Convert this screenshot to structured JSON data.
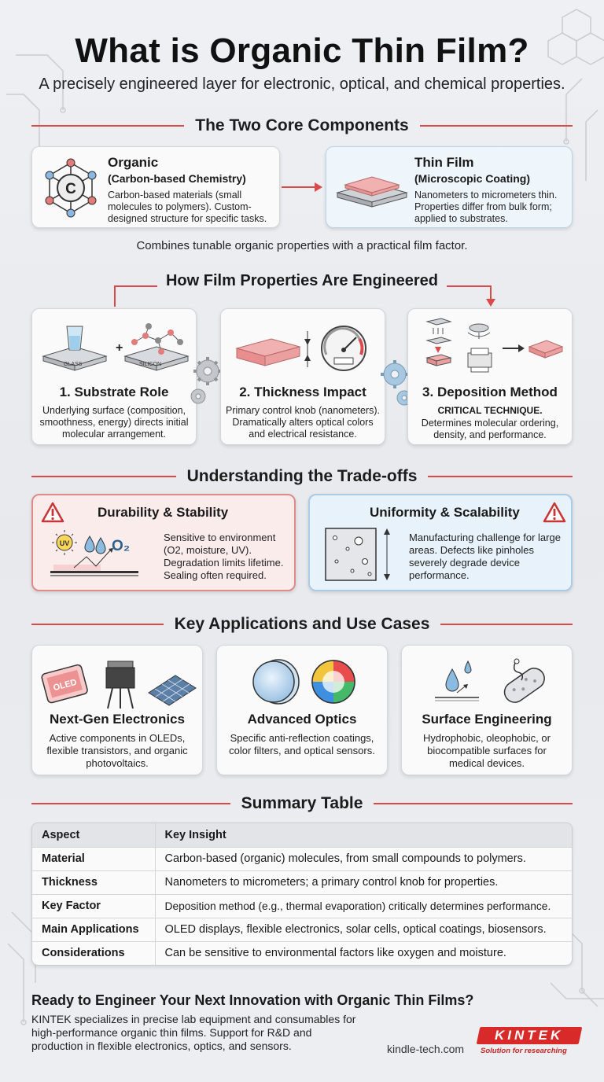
{
  "header": {
    "title": "What is Organic Thin Film?",
    "subtitle": "A precisely engineered layer for electronic, optical, and chemical properties."
  },
  "core": {
    "heading": "The Two Core Components",
    "organic": {
      "title": "Organic",
      "subtitle": "(Carbon-based Chemistry)",
      "body": "Carbon-based materials (small molecules to polymers). Custom-designed structure for specific tasks.",
      "icon": "carbon-molecule-icon",
      "icon_letter": "C"
    },
    "thin_film": {
      "title": "Thin Film",
      "subtitle": "(Microscopic Coating)",
      "body": "Nanometers to micrometers thin. Properties differ from bulk form; applied to substrates.",
      "icon": "film-layer-icon"
    },
    "summary": "Combines tunable organic properties with a practical film factor."
  },
  "engineering": {
    "heading": "How Film Properties Are Engineered",
    "cards": [
      {
        "title": "1. Substrate Role",
        "body": "Underlying surface (composition, smoothness, energy) directs initial molecular arrangement.",
        "labels": [
          "GLASS",
          "SILICON"
        ],
        "plus": "+"
      },
      {
        "title": "2. Thickness Impact",
        "body": "Primary control knob (nanometers). Dramatically alters optical colors and electrical resistance."
      },
      {
        "title": "3. Deposition Method",
        "emphasis": "CRITICAL TECHNIQUE.",
        "body": "Determines molecular ordering, density, and performance."
      }
    ]
  },
  "tradeoffs": {
    "heading": "Understanding the Trade-offs",
    "durability": {
      "title": "Durability & Stability",
      "body": "Sensitive to environment (O2, moisture, UV). Degradation limits lifetime. Sealing often required.",
      "uv": "UV",
      "o2": "O₂"
    },
    "uniformity": {
      "title": "Uniformity & Scalability",
      "body": "Manufacturing challenge for large areas. Defects like pinholes severely degrade device performance."
    }
  },
  "applications": {
    "heading": "Key Applications and Use Cases",
    "cards": [
      {
        "title": "Next-Gen Electronics",
        "body": "Active components in OLEDs, flexible transistors, and organic photovoltaics.",
        "oled_label": "OLED"
      },
      {
        "title": "Advanced Optics",
        "body": "Specific anti-reflection coatings, color filters, and optical sensors."
      },
      {
        "title": "Surface Engineering",
        "body": "Hydrophobic, oleophobic, or biocompatible surfaces for medical devices."
      }
    ]
  },
  "summary_table": {
    "heading": "Summary Table",
    "columns": [
      "Aspect",
      "Key Insight"
    ],
    "rows": [
      [
        "Material",
        "Carbon-based (organic) molecules, from small compounds to polymers."
      ],
      [
        "Thickness",
        "Nanometers to micrometers; a primary control knob for properties."
      ],
      [
        "Key Factor",
        "Deposition method (e.g., thermal evaporation) critically determines performance."
      ],
      [
        "Main Applications",
        "OLED displays, flexible electronics, solar cells, optical coatings, biosensors."
      ],
      [
        "Considerations",
        "Can be sensitive to environmental factors like oxygen and moisture."
      ]
    ]
  },
  "cta": {
    "title": "Ready to Engineer Your Next Innovation with Organic Thin Films?",
    "body": "KINTEK specializes in precise lab equipment and consumables for high-performance organic thin films. Support for R&D and production in flexible electronics, optics, and sensors.",
    "website": "kindle-tech.com",
    "logo_text": "KINTEK",
    "logo_tagline": "Solution for researching"
  },
  "colors": {
    "accent_red": "#d94a4a",
    "pink_panel": "#fbecec",
    "blue_panel": "#e8f2fa"
  }
}
